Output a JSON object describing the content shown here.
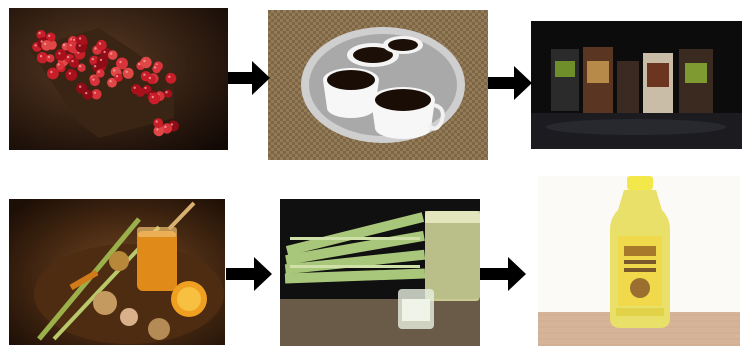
{
  "rows": [
    {
      "row": "top",
      "panels": [
        {
          "name": "coffee-cherries-photo"
        },
        {
          "name": "coffee-cups-tray-photo"
        },
        {
          "name": "coffee-packages-photo"
        }
      ]
    },
    {
      "row": "bottom",
      "panels": [
        {
          "name": "turmeric-lemongrass-spices-photo"
        },
        {
          "name": "lemongrass-drink-photo"
        },
        {
          "name": "juice-bottle-photo"
        }
      ]
    }
  ],
  "arrows": [
    {
      "name": "arrow-right-icon",
      "from": "coffee-cherries-photo",
      "to": "coffee-cups-tray-photo"
    },
    {
      "name": "arrow-right-icon",
      "from": "coffee-cups-tray-photo",
      "to": "coffee-packages-photo"
    },
    {
      "name": "arrow-right-icon",
      "from": "turmeric-lemongrass-spices-photo",
      "to": "lemongrass-drink-photo"
    },
    {
      "name": "arrow-right-icon",
      "from": "lemongrass-drink-photo",
      "to": "juice-bottle-photo"
    }
  ],
  "colors": {
    "arrow": "#000000",
    "background": "#ffffff"
  }
}
